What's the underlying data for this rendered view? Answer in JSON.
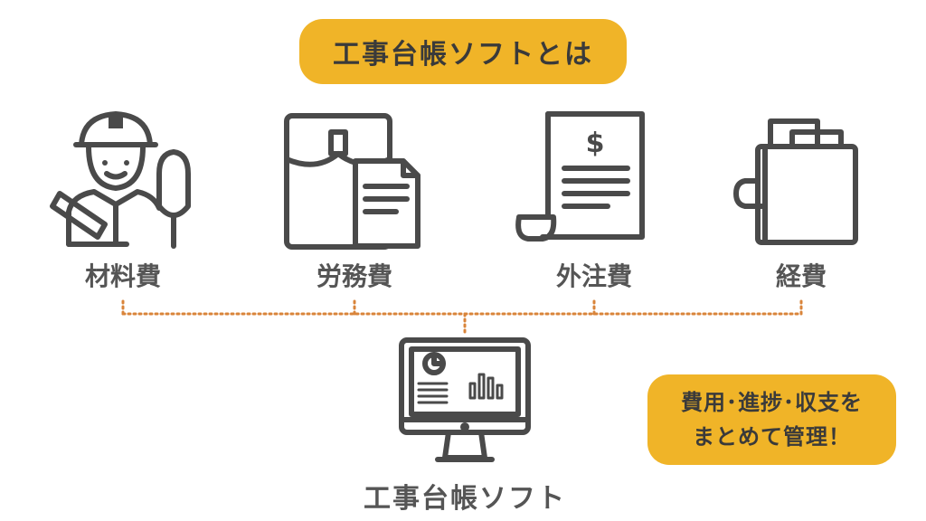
{
  "title": "工事台帳ソフトとは",
  "categories": [
    {
      "label": "材料費",
      "icon": "construction-worker-icon"
    },
    {
      "label": "労務費",
      "icon": "envelope-document-icon"
    },
    {
      "label": "外注費",
      "icon": "invoice-receipt-icon"
    },
    {
      "label": "経費",
      "icon": "wallet-icon"
    }
  ],
  "software": {
    "label": "工事台帳ソフト",
    "icon": "monitor-dashboard-icon"
  },
  "callout": {
    "line1": "費用･進捗･収支を",
    "line2": "まとめて管理！"
  },
  "colors": {
    "accent": "#f0b428",
    "icon_stroke": "#4a4a4a",
    "connector": "#d9843a",
    "text": "#555555"
  }
}
